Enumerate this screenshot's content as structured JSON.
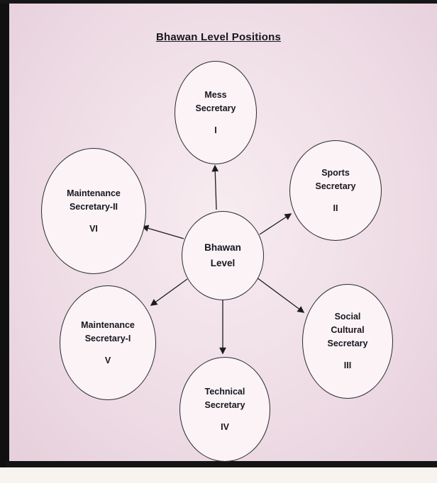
{
  "page": {
    "title": "Bhawan Level Positions"
  },
  "center_node": {
    "lines": [
      "Bhawan",
      "Level"
    ]
  },
  "nodes": [
    {
      "name": "mess-secretary",
      "lines": [
        "Mess",
        "Secretary"
      ],
      "numeral": "I"
    },
    {
      "name": "sports-secretary",
      "lines": [
        "Sports",
        "Secretary"
      ],
      "numeral": "II"
    },
    {
      "name": "social-cultural-secretary",
      "lines": [
        "Social",
        "Cultural",
        "Secretary"
      ],
      "numeral": "III"
    },
    {
      "name": "technical-secretary",
      "lines": [
        "Technical",
        "Secretary"
      ],
      "numeral": "IV"
    },
    {
      "name": "maintenance-secretary-1",
      "lines": [
        "Maintenance",
        "Secretary-I"
      ],
      "numeral": "V"
    },
    {
      "name": "maintenance-secretary-2",
      "lines": [
        "Maintenance",
        "Secretary-II"
      ],
      "numeral": "VI"
    }
  ],
  "colors": {
    "paper_pink": "#e9d4df",
    "ellipse_fill": "#fbf3f6",
    "ink": "#17171f",
    "scan_border": "#101010"
  }
}
